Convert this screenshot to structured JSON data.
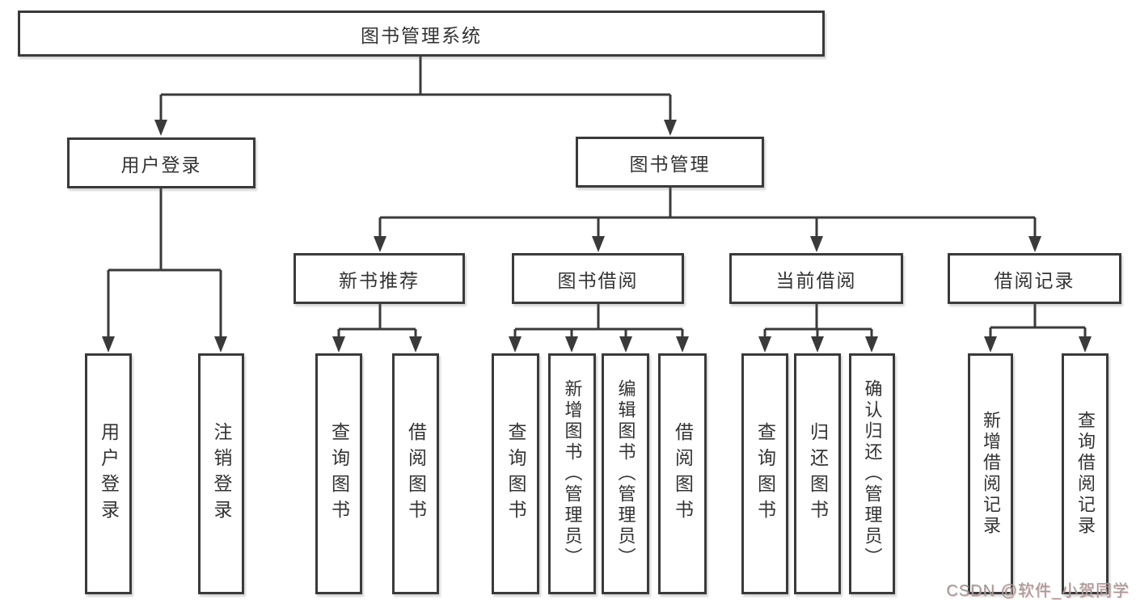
{
  "diagram": {
    "title": "图书管理系统",
    "level2": {
      "login": {
        "label": "用户登录"
      },
      "mgmt": {
        "label": "图书管理"
      }
    },
    "level3": {
      "rec": {
        "label": "新书推荐"
      },
      "borrow": {
        "label": "图书借阅"
      },
      "current": {
        "label": "当前借阅"
      },
      "records": {
        "label": "借阅记录"
      }
    },
    "leaves": {
      "login": [
        "用户登录",
        "注销登录"
      ],
      "rec": [
        "查询图书",
        "借阅图书"
      ],
      "borrow": [
        "查询图书",
        "新增图书（管理员）",
        "编辑图书（管理员）",
        "借阅图书"
      ],
      "current": [
        "查询图书",
        "归还图书",
        "确认归还（管理员）"
      ],
      "records": [
        "新增借阅记录",
        "查询借阅记录"
      ]
    }
  },
  "watermark": "CSDN @软件_小贺同学",
  "colors": {
    "line": "#3a3a3a",
    "text": "#333333",
    "background": "#ffffff",
    "watermark": "#9c9c9c"
  }
}
